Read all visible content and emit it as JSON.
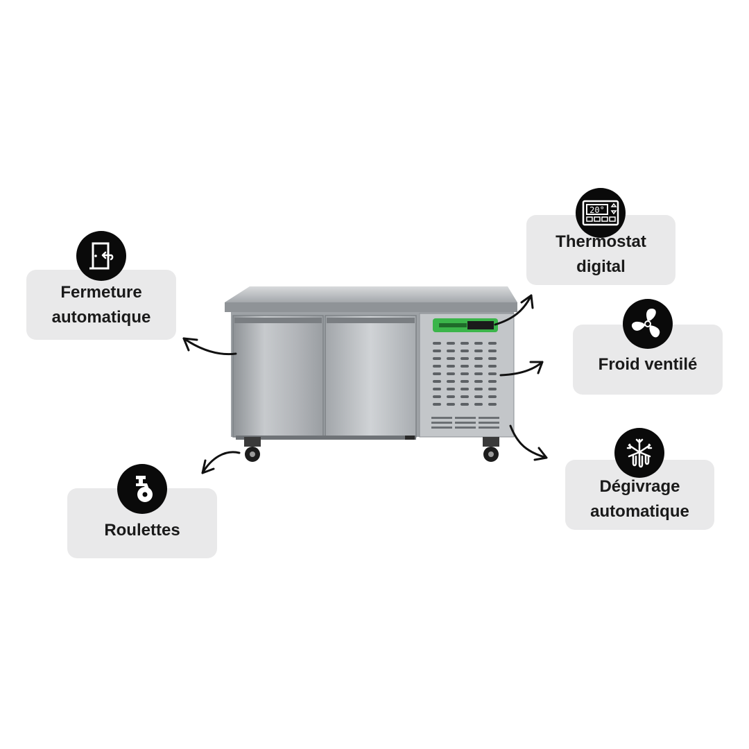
{
  "features": {
    "fermeture": {
      "line1": "Fermeture",
      "line2": "automatique",
      "icon": "door-icon"
    },
    "roulettes": {
      "line1": "Roulettes",
      "icon": "caster-wheel-icon"
    },
    "thermostat": {
      "line1": "Thermostat",
      "line2": "digital",
      "icon": "thermostat-icon",
      "display": "20°"
    },
    "froid": {
      "line1": "Froid ventilé",
      "icon": "fan-icon"
    },
    "degivrage": {
      "line1": "Dégivrage",
      "line2": "automatique",
      "icon": "snowflake-drip-icon"
    }
  },
  "colors": {
    "card": "#e9e9ea",
    "badge": "#0a0a0a",
    "steel": "#b9bcc0",
    "control_panel": "#3bb54a"
  }
}
